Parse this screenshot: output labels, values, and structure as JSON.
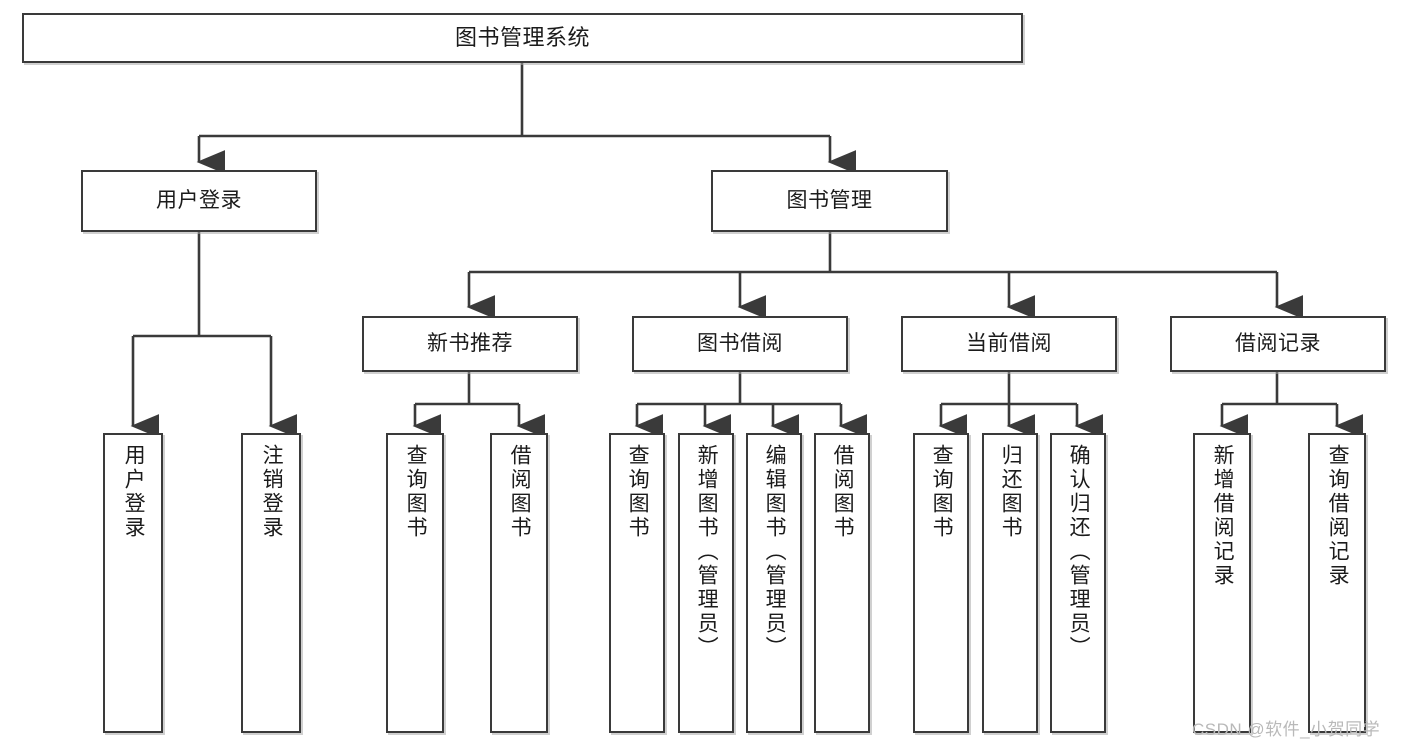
{
  "diagram": {
    "type": "tree",
    "title": "图书管理系统",
    "root": {
      "label": "图书管理系统"
    },
    "level2": [
      {
        "label": "用户登录"
      },
      {
        "label": "图书管理"
      }
    ],
    "level3": [
      {
        "label": "新书推荐"
      },
      {
        "label": "图书借阅"
      },
      {
        "label": "当前借阅"
      },
      {
        "label": "借阅记录"
      }
    ],
    "leaves": {
      "user_login": [
        {
          "label": "用户登录"
        },
        {
          "label": "注销登录"
        }
      ],
      "new_book_recommend": [
        {
          "label": "查询图书"
        },
        {
          "label": "借阅图书"
        }
      ],
      "book_borrow": [
        {
          "label": "查询图书"
        },
        {
          "label": "新增图书（管理员）"
        },
        {
          "label": "编辑图书（管理员）"
        },
        {
          "label": "借阅图书"
        }
      ],
      "current_borrow": [
        {
          "label": "查询图书"
        },
        {
          "label": "归还图书"
        },
        {
          "label": "确认归还（管理员）"
        }
      ],
      "borrow_record": [
        {
          "label": "新增借阅记录"
        },
        {
          "label": "查询借阅记录"
        }
      ]
    }
  },
  "watermark": {
    "text": "CSDN @软件_小贺同学"
  },
  "colors": {
    "box_border": "#3a3a3a",
    "box_fill": "#ffffff",
    "connector": "#3a3a3a",
    "text": "#1b1b1b",
    "watermark": "#b9b9b9"
  }
}
